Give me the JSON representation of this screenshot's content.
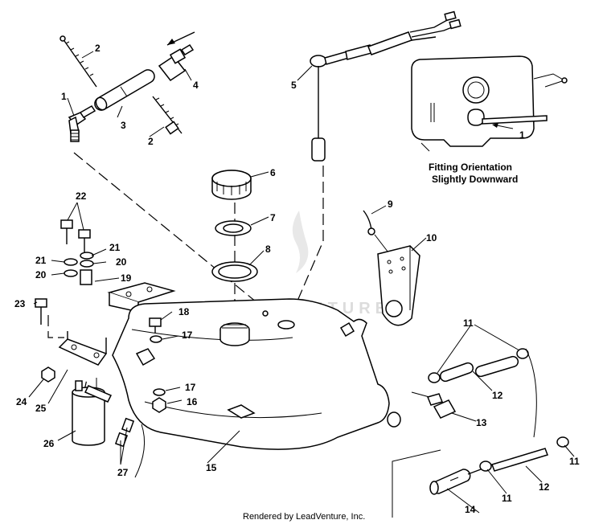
{
  "callouts": [
    {
      "id": "c1a",
      "label": "1"
    },
    {
      "id": "c2a",
      "label": "2"
    },
    {
      "id": "c2b",
      "label": "2"
    },
    {
      "id": "c3",
      "label": "3"
    },
    {
      "id": "c4",
      "label": "4"
    },
    {
      "id": "c5",
      "label": "5"
    },
    {
      "id": "c6",
      "label": "6"
    },
    {
      "id": "c7",
      "label": "7"
    },
    {
      "id": "c8",
      "label": "8"
    },
    {
      "id": "c9",
      "label": "9"
    },
    {
      "id": "c10",
      "label": "10"
    },
    {
      "id": "c11a",
      "label": "11"
    },
    {
      "id": "c11b",
      "label": "11"
    },
    {
      "id": "c11c",
      "label": "11"
    },
    {
      "id": "c12a",
      "label": "12"
    },
    {
      "id": "c12b",
      "label": "12"
    },
    {
      "id": "c13",
      "label": "13"
    },
    {
      "id": "c14",
      "label": "14"
    },
    {
      "id": "c15",
      "label": "15"
    },
    {
      "id": "c16",
      "label": "16"
    },
    {
      "id": "c17a",
      "label": "17"
    },
    {
      "id": "c17b",
      "label": "17"
    },
    {
      "id": "c18",
      "label": "18"
    },
    {
      "id": "c19",
      "label": "19"
    },
    {
      "id": "c20a",
      "label": "20"
    },
    {
      "id": "c20b",
      "label": "20"
    },
    {
      "id": "c21a",
      "label": "21"
    },
    {
      "id": "c21b",
      "label": "21"
    },
    {
      "id": "c22",
      "label": "22"
    },
    {
      "id": "c23",
      "label": "23"
    },
    {
      "id": "c24",
      "label": "24"
    },
    {
      "id": "c25",
      "label": "25"
    },
    {
      "id": "c26",
      "label": "26"
    },
    {
      "id": "c27",
      "label": "27"
    },
    {
      "id": "c1b",
      "label": "1"
    }
  ],
  "inset": {
    "note_line1": "Fitting Orientation",
    "note_line2": "Slightly Downward"
  },
  "watermark": "LEADVENTURE",
  "footer": "Rendered by LeadVenture, Inc."
}
